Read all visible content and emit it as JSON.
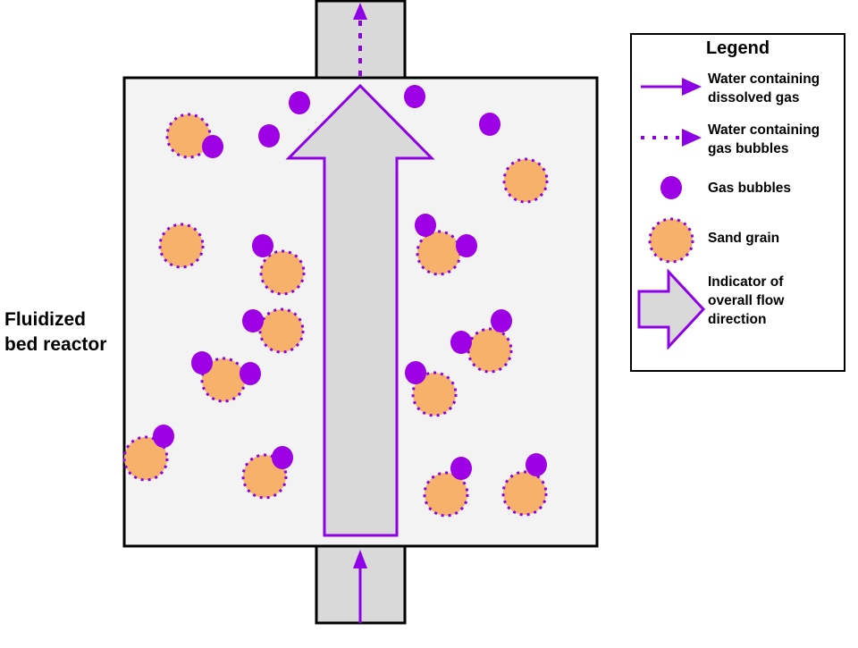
{
  "reactor_label": {
    "line1": "Fluidized",
    "line2": "bed reactor"
  },
  "legend": {
    "title": "Legend",
    "items": [
      {
        "icon": "solid-arrow-icon",
        "line1": "Water containing",
        "line2": "dissolved gas"
      },
      {
        "icon": "dotted-arrow-icon",
        "line1": "Water containing",
        "line2": "gas bubbles"
      },
      {
        "icon": "gas-bubble-icon",
        "line1": "Gas bubbles"
      },
      {
        "icon": "sand-grain-icon",
        "line1": "Sand grain"
      },
      {
        "icon": "flow-direction-arrow-icon",
        "line1": "Indicator of",
        "line2": "overall flow",
        "line3": "direction"
      }
    ]
  },
  "colors": {
    "purple": "#8e00e6",
    "bubble": "#9e00e6",
    "sand": "#f6b26b",
    "reactor_fill": "#f3f3f3",
    "pipe_fill": "#d9d9d9",
    "arrow_fill": "#d9d9d9",
    "outline": "#000000"
  }
}
